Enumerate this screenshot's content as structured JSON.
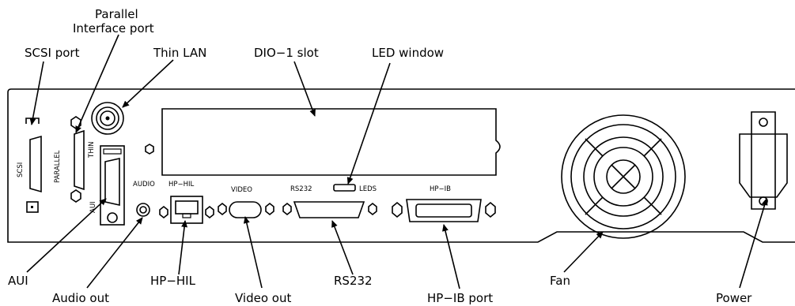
{
  "callouts": {
    "parallel_line1": "Parallel",
    "parallel_line2": "Interface port",
    "scsi_port": "SCSI port",
    "thin_lan": "Thin LAN",
    "dio_slot": "DIO−1 slot",
    "led_window": "LED window",
    "aui": "AUI",
    "audio_out": "Audio out",
    "hp_hil": "HP−HIL",
    "video_out": "Video out",
    "rs232": "RS232",
    "hp_ib_port": "HP−IB port",
    "fan": "Fan",
    "power": "Power"
  },
  "panel_labels": {
    "scsi": "SCSI",
    "parallel": "PARALLEL",
    "thin": "THIN",
    "aui": "AUI",
    "audio": "AUDIO",
    "hp_hil": "HP−HIL",
    "video": "VIDEO",
    "rs232": "RS232",
    "leds": "LEDS",
    "hp_ib": "HP−IB"
  }
}
